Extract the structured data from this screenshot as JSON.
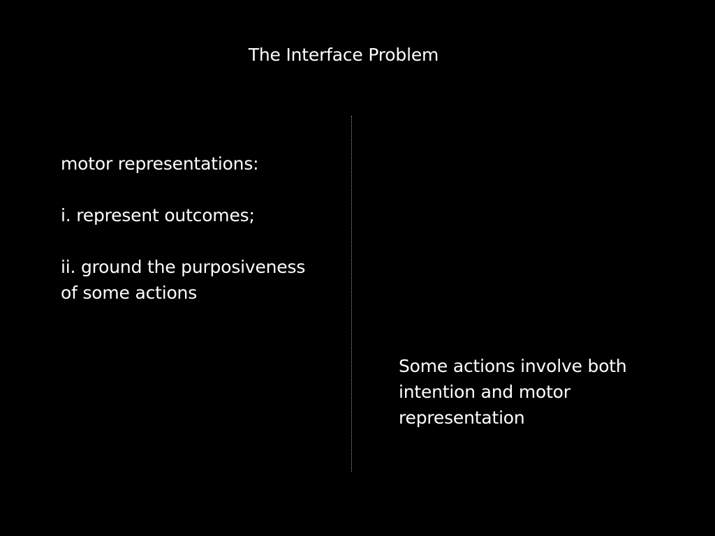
{
  "slide": {
    "title": "The Interface Problem",
    "left": {
      "heading": "motor representations:",
      "item_1": "i. represent outcomes;",
      "item_2": "ii. ground the purposiveness of some actions"
    },
    "right": {
      "text": "Some actions involve both intention and motor representation"
    }
  },
  "colors": {
    "background": "#000000",
    "text": "#ffffff",
    "divider": "#9a9a9a"
  }
}
